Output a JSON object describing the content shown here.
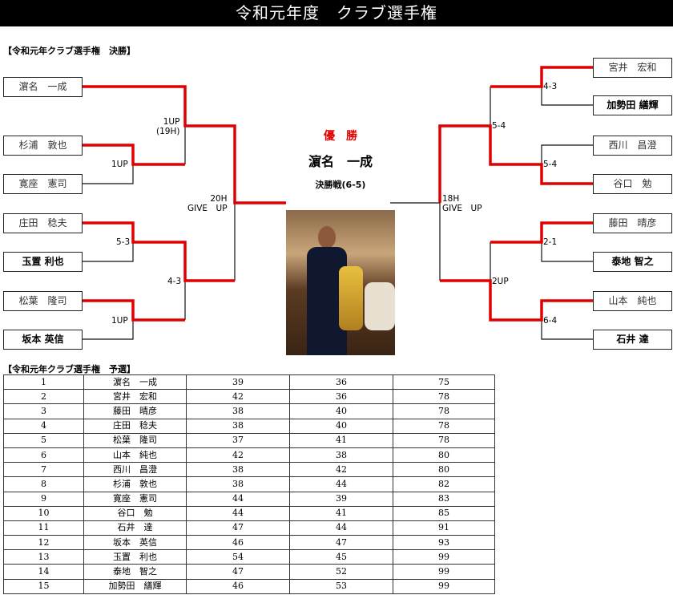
{
  "title": "令和元年度　クラブ選手権",
  "final_section": "【令和元年クラブ選手権　決勝】",
  "qual_section": "【令和元年クラブ選手権　予選】",
  "left_players": [
    {
      "name": "濵名　一成",
      "bold": false
    },
    {
      "name": "杉浦　敦也",
      "bold": false
    },
    {
      "name": "寛座　憲司",
      "bold": false
    },
    {
      "name": "庄田　稔夫",
      "bold": false
    },
    {
      "name": "玉置 利也",
      "bold": true
    },
    {
      "name": "松葉　隆司",
      "bold": false
    },
    {
      "name": "坂本 英信",
      "bold": true
    }
  ],
  "right_players": [
    {
      "name": "宮井　宏和",
      "bold": false
    },
    {
      "name": "加勢田 繕輝",
      "bold": true
    },
    {
      "name": "西川　昌澄",
      "bold": false
    },
    {
      "name": "谷口　勉",
      "bold": false
    },
    {
      "name": "藤田　晴彦",
      "bold": false
    },
    {
      "name": "泰地 智之",
      "bold": true
    },
    {
      "name": "山本　純也",
      "bold": false
    },
    {
      "name": "石井 達",
      "bold": true
    }
  ],
  "scores": {
    "l1": "1UP\n(19H)",
    "l2": "1UP",
    "l3": "5-3",
    "l4": "4-3",
    "l5": "1UP",
    "l6": "20H\nGIVE　UP",
    "r1": "4-3",
    "r2": "5-4",
    "r3": "5-4",
    "r4": "18H\nGIVE　UP",
    "r5": "2-1",
    "r6": "2UP",
    "r7": "6-4"
  },
  "champion": {
    "label": "優　勝",
    "name": "濵名　一成",
    "match": "決勝戦(6-5)"
  },
  "colors": {
    "winner_line": "#e00000",
    "label_red": "#e00000"
  },
  "qualifying": [
    [
      "1",
      "濵名　一成",
      "39",
      "36",
      "75"
    ],
    [
      "2",
      "宮井　宏和",
      "42",
      "36",
      "78"
    ],
    [
      "3",
      "藤田　晴彦",
      "38",
      "40",
      "78"
    ],
    [
      "4",
      "庄田　稔夫",
      "38",
      "40",
      "78"
    ],
    [
      "5",
      "松葉　隆司",
      "37",
      "41",
      "78"
    ],
    [
      "6",
      "山本　純也",
      "42",
      "38",
      "80"
    ],
    [
      "7",
      "西川　昌澄",
      "38",
      "42",
      "80"
    ],
    [
      "8",
      "杉浦　敦也",
      "38",
      "44",
      "82"
    ],
    [
      "9",
      "寛座　憲司",
      "44",
      "39",
      "83"
    ],
    [
      "10",
      "谷口　勉",
      "44",
      "41",
      "85"
    ],
    [
      "11",
      "石井　達",
      "47",
      "44",
      "91"
    ],
    [
      "12",
      "坂本　英信",
      "46",
      "47",
      "93"
    ],
    [
      "13",
      "玉置　利也",
      "54",
      "45",
      "99"
    ],
    [
      "14",
      "泰地　智之",
      "47",
      "52",
      "99"
    ],
    [
      "15",
      "加勢田　繕輝",
      "46",
      "53",
      "99"
    ]
  ]
}
